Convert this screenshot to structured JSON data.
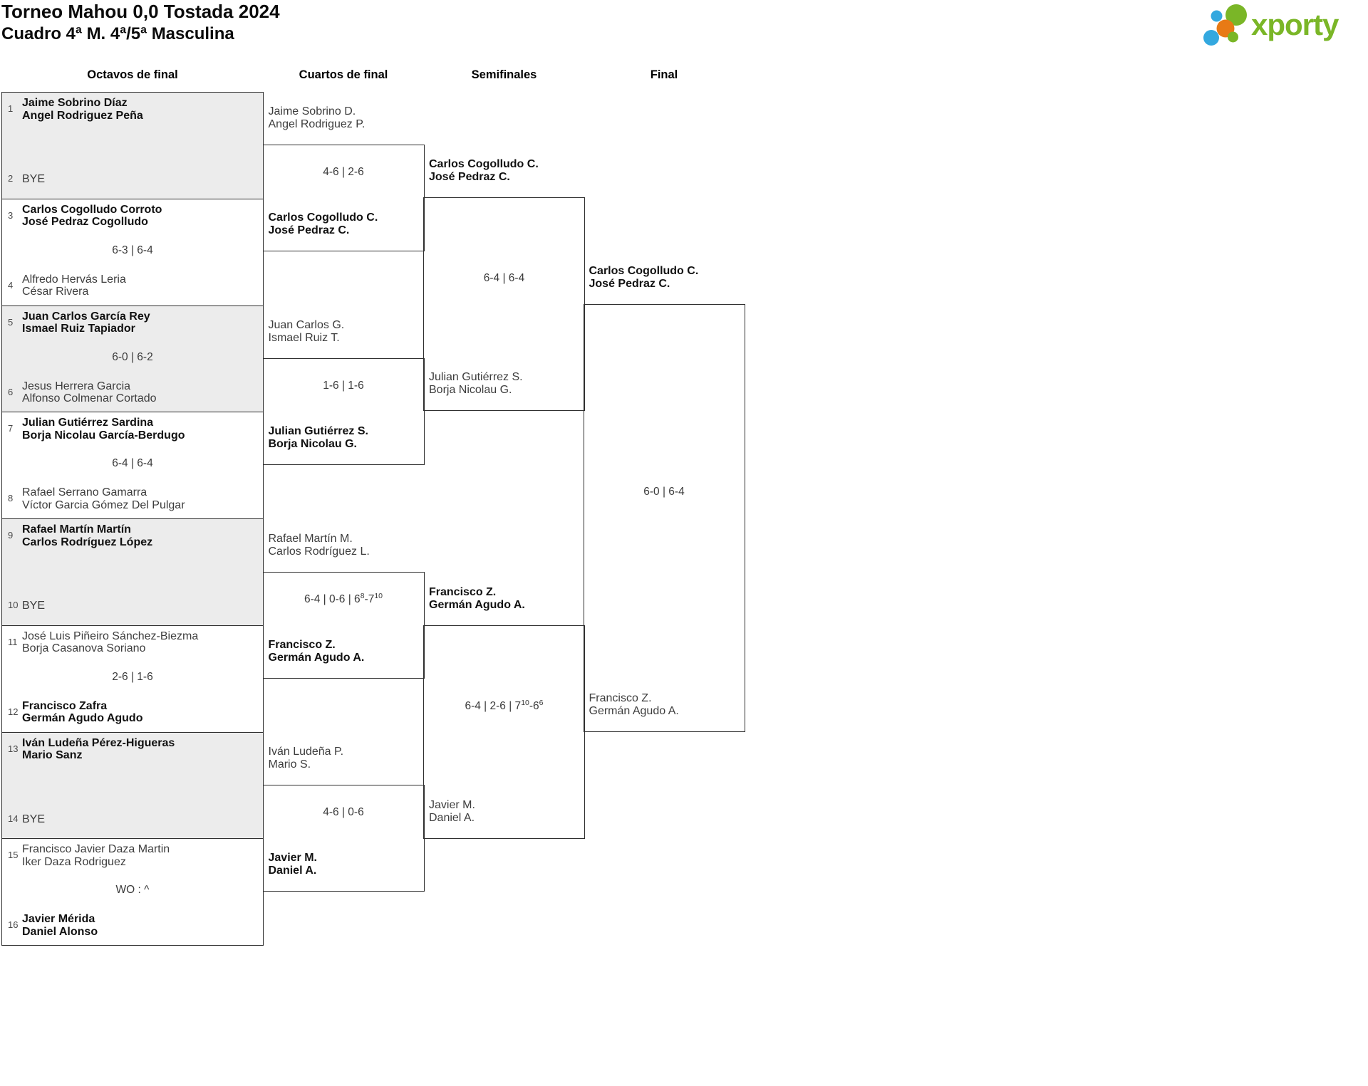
{
  "header": {
    "title": "Torneo Mahou 0,0 Tostada 2024",
    "subtitle": "Cuadro 4ª M. 4ª/5ª Masculina"
  },
  "logo": {
    "text": "xporty",
    "colors": {
      "green": "#7ab627",
      "blue": "#33a8df",
      "orange": "#e87a15"
    }
  },
  "round_headers": {
    "octavos": "Octavos de final",
    "cuartos": "Cuartos de final",
    "semifinales": "Semifinales",
    "final": "Final"
  },
  "octavos": [
    {
      "seed_top": "1",
      "top1": "Jaime Sobrino Díaz",
      "top2": "Angel Rodriguez Peña",
      "top_winner": true,
      "score": "",
      "seed_bottom": "2",
      "bottom1": "BYE",
      "bottom2": "",
      "bottom_winner": false
    },
    {
      "seed_top": "3",
      "top1": "Carlos Cogolludo Corroto",
      "top2": "José Pedraz Cogolludo",
      "top_winner": true,
      "score": "6-3 | 6-4",
      "seed_bottom": "4",
      "bottom1": "Alfredo Hervás Leria",
      "bottom2": "César Rivera",
      "bottom_winner": false
    },
    {
      "seed_top": "5",
      "top1": "Juan Carlos García Rey",
      "top2": "Ismael Ruiz Tapiador",
      "top_winner": true,
      "score": "6-0 | 6-2",
      "seed_bottom": "6",
      "bottom1": "Jesus Herrera Garcia",
      "bottom2": "Alfonso Colmenar Cortado",
      "bottom_winner": false
    },
    {
      "seed_top": "7",
      "top1": "Julian Gutiérrez Sardina",
      "top2": "Borja Nicolau García-Berdugo",
      "top_winner": true,
      "score": "6-4 | 6-4",
      "seed_bottom": "8",
      "bottom1": "Rafael Serrano Gamarra",
      "bottom2": "Víctor Garcia Gómez Del Pulgar",
      "bottom_winner": false
    },
    {
      "seed_top": "9",
      "top1": "Rafael Martín Martín",
      "top2": "Carlos Rodríguez López",
      "top_winner": true,
      "score": "",
      "seed_bottom": "10",
      "bottom1": "BYE",
      "bottom2": "",
      "bottom_winner": false
    },
    {
      "seed_top": "11",
      "top1": "José Luis Piñeiro Sánchez-Biezma",
      "top2": "Borja Casanova Soriano",
      "top_winner": false,
      "score": "2-6 | 1-6",
      "seed_bottom": "12",
      "bottom1": "Francisco Zafra",
      "bottom2": "Germán Agudo Agudo",
      "bottom_winner": true
    },
    {
      "seed_top": "13",
      "top1": "Iván Ludeña Pérez-Higueras",
      "top2": "Mario Sanz",
      "top_winner": true,
      "score": "",
      "seed_bottom": "14",
      "bottom1": "BYE",
      "bottom2": "",
      "bottom_winner": false
    },
    {
      "seed_top": "15",
      "top1": "Francisco Javier Daza Martin",
      "top2": "Iker Daza Rodriguez",
      "top_winner": false,
      "score": "WO : ^",
      "seed_bottom": "16",
      "bottom1": "Javier Mérida",
      "bottom2": "Daniel Alonso",
      "bottom_winner": true
    }
  ],
  "cuartos": [
    {
      "top1": "Jaime Sobrino D.",
      "top2": "Angel Rodriguez P.",
      "top_winner": false,
      "score": "4-6 | 2-6",
      "bottom1": "Carlos Cogolludo C.",
      "bottom2": "José Pedraz C.",
      "bottom_winner": true
    },
    {
      "top1": "Juan Carlos G.",
      "top2": "Ismael Ruiz T.",
      "top_winner": false,
      "score": "1-6 | 1-6",
      "bottom1": "Julian Gutiérrez S.",
      "bottom2": "Borja Nicolau G.",
      "bottom_winner": true
    },
    {
      "top1": "Rafael Martín M.",
      "top2": "Carlos Rodríguez L.",
      "top_winner": false,
      "score": "6-4 | 0-6 | 6^8-7^10",
      "bottom1": "Francisco Z.",
      "bottom2": "Germán Agudo A.",
      "bottom_winner": true
    },
    {
      "top1": "Iván Ludeña P.",
      "top2": "Mario S.",
      "top_winner": false,
      "score": "4-6 | 0-6",
      "bottom1": "Javier M.",
      "bottom2": "Daniel A.",
      "bottom_winner": true
    }
  ],
  "semifinales": [
    {
      "top1": "Carlos Cogolludo C.",
      "top2": "José Pedraz C.",
      "top_winner": true,
      "score": "6-4 | 6-4",
      "bottom1": "Julian Gutiérrez S.",
      "bottom2": "Borja Nicolau G.",
      "bottom_winner": false
    },
    {
      "top1": "Francisco Z.",
      "top2": "Germán Agudo A.",
      "top_winner": true,
      "score": "6-4 | 2-6 | 7^10-6^6",
      "bottom1": "Javier M.",
      "bottom2": "Daniel A.",
      "bottom_winner": false
    }
  ],
  "final": [
    {
      "top1": "Carlos Cogolludo C.",
      "top2": "José Pedraz C.",
      "top_winner": true,
      "score": "6-0 | 6-4",
      "bottom1": "Francisco Z.",
      "bottom2": "Germán Agudo A.",
      "bottom_winner": false
    }
  ]
}
